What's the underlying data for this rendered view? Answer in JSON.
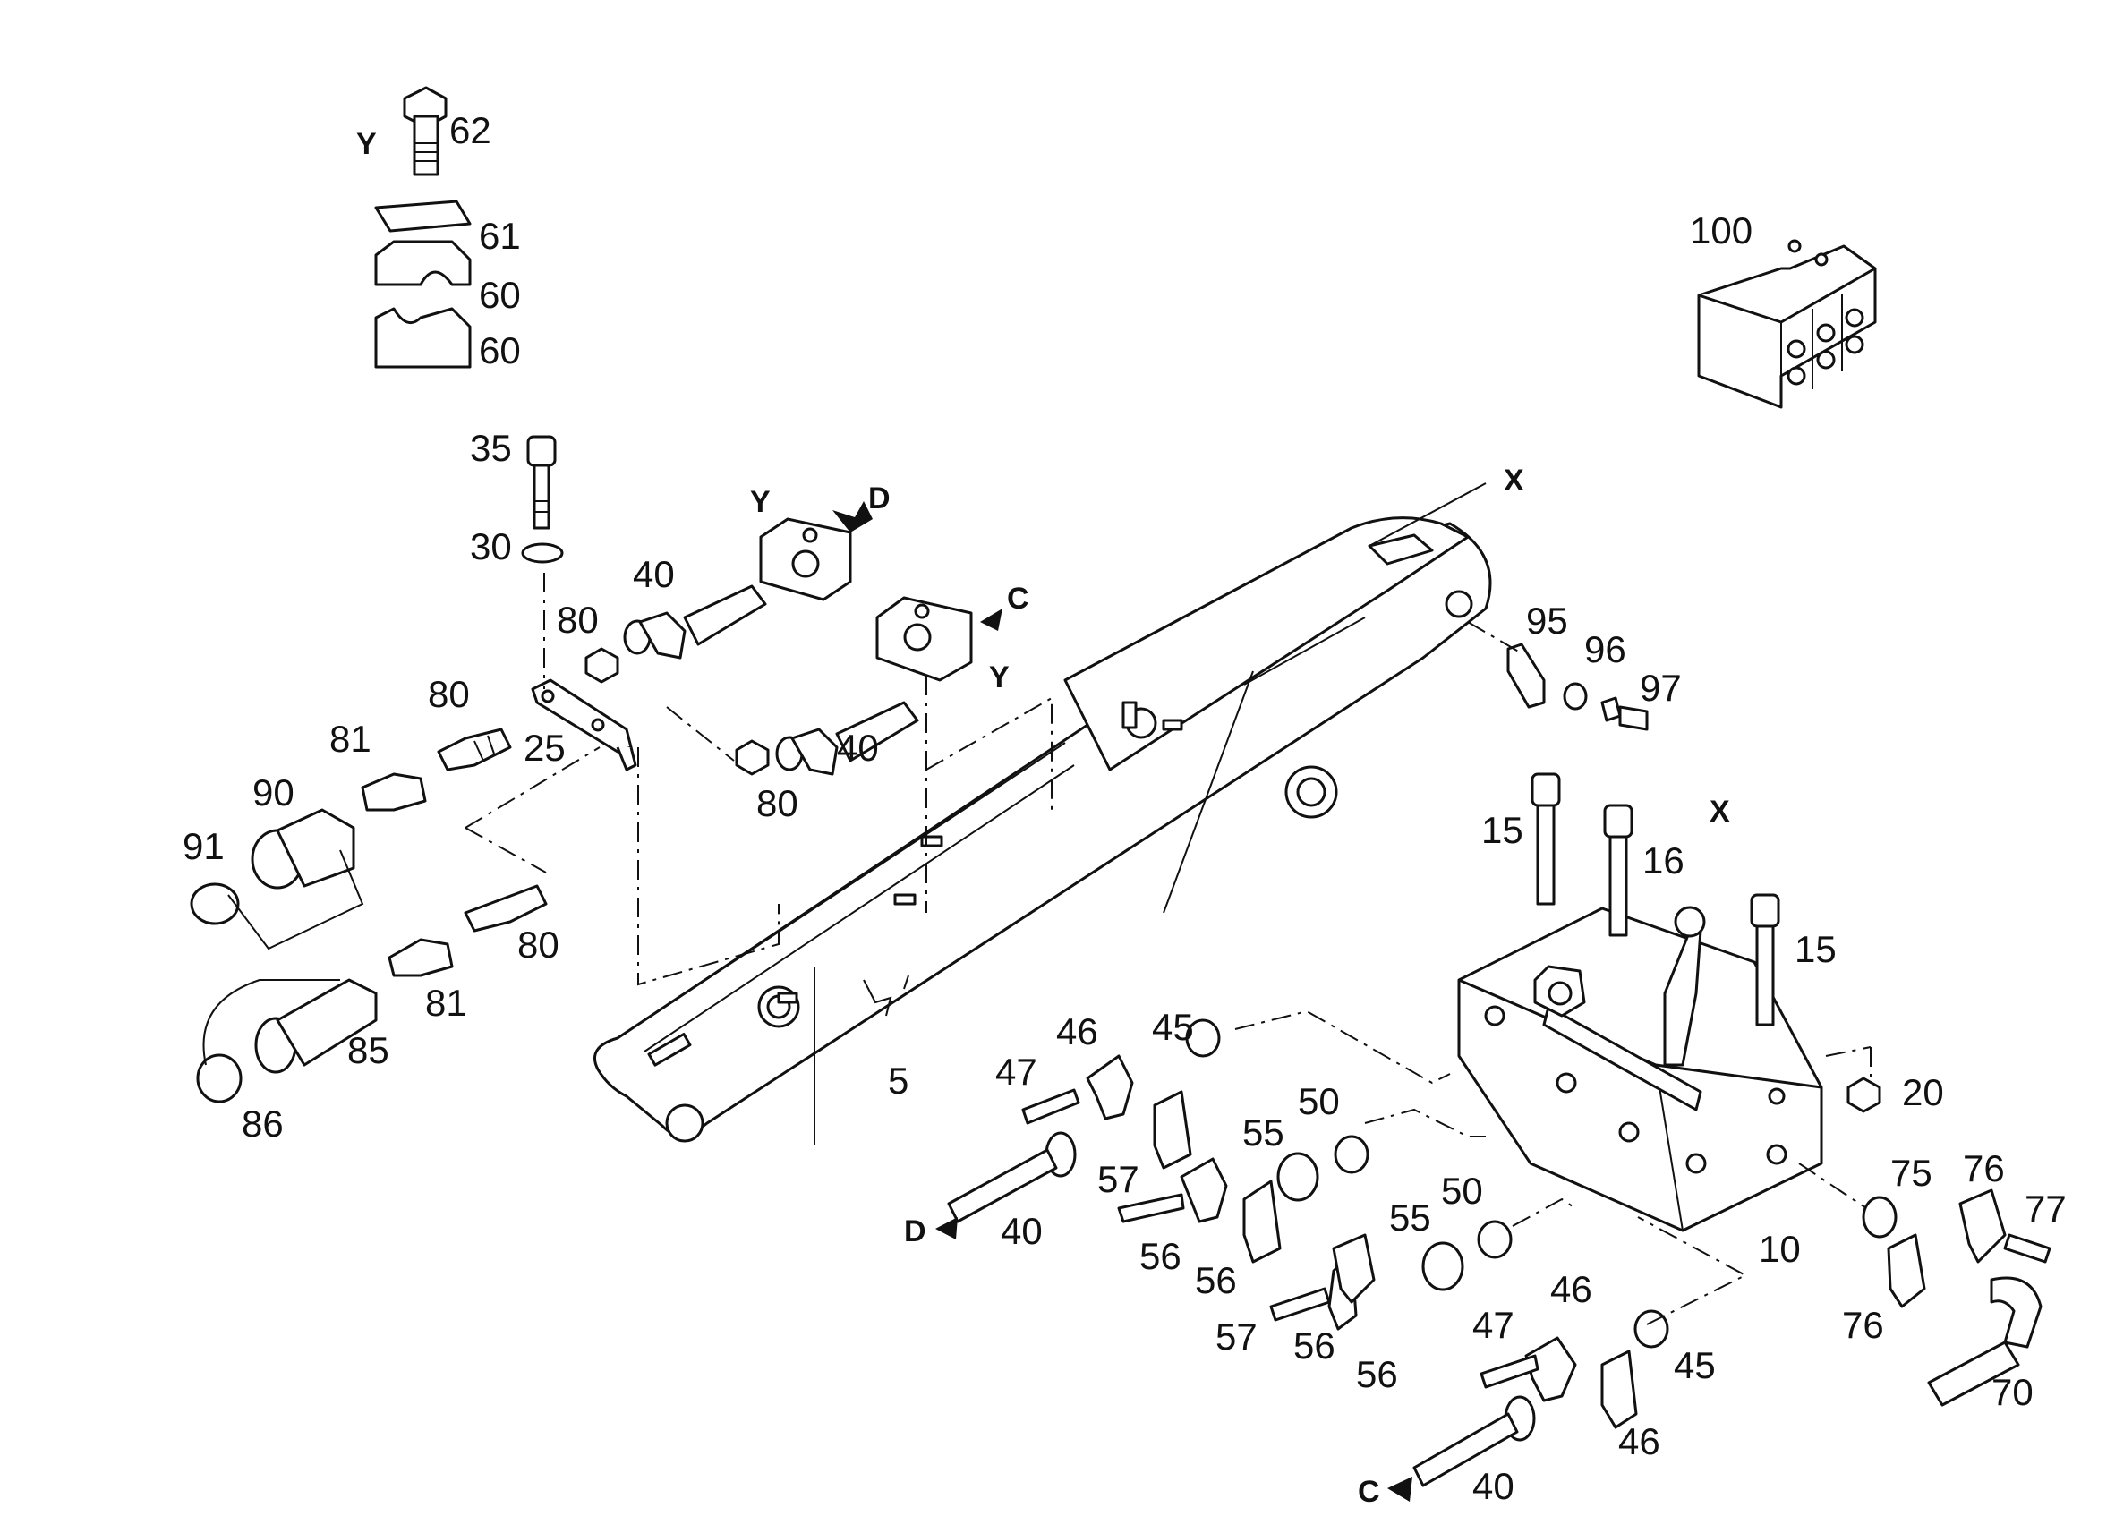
{
  "diagram": {
    "part_labels": {
      "p5": "5",
      "p10": "10",
      "p15a": "15",
      "p15b": "15",
      "p16": "16",
      "p20": "20",
      "p25": "25",
      "p30": "30",
      "p35": "35",
      "p40a": "40",
      "p40b": "40",
      "p40c": "40",
      "p40d": "40",
      "p45a": "45",
      "p45b": "45",
      "p46a": "46",
      "p46b": "46",
      "p46c": "46",
      "p47a": "47",
      "p47b": "47",
      "p50a": "50",
      "p50b": "50",
      "p55a": "55",
      "p55b": "55",
      "p56a": "56",
      "p56b": "56",
      "p56c": "56",
      "p56d": "56",
      "p57a": "57",
      "p57b": "57",
      "p60a": "60",
      "p60b": "60",
      "p61": "61",
      "p62": "62",
      "p70": "70",
      "p75": "75",
      "p76a": "76",
      "p76b": "76",
      "p77": "77",
      "p80a": "80",
      "p80b": "80",
      "p80c": "80",
      "p80d": "80",
      "p81a": "81",
      "p81b": "81",
      "p85": "85",
      "p86": "86",
      "p90": "90",
      "p91": "91",
      "p95": "95",
      "p96": "96",
      "p97": "97",
      "p100": "100"
    },
    "view_markers": {
      "y1": "Y",
      "y2": "Y",
      "y3": "Y",
      "x1": "X",
      "x2": "X",
      "d1": "D",
      "d2": "D",
      "c1": "C",
      "c2": "C"
    }
  }
}
